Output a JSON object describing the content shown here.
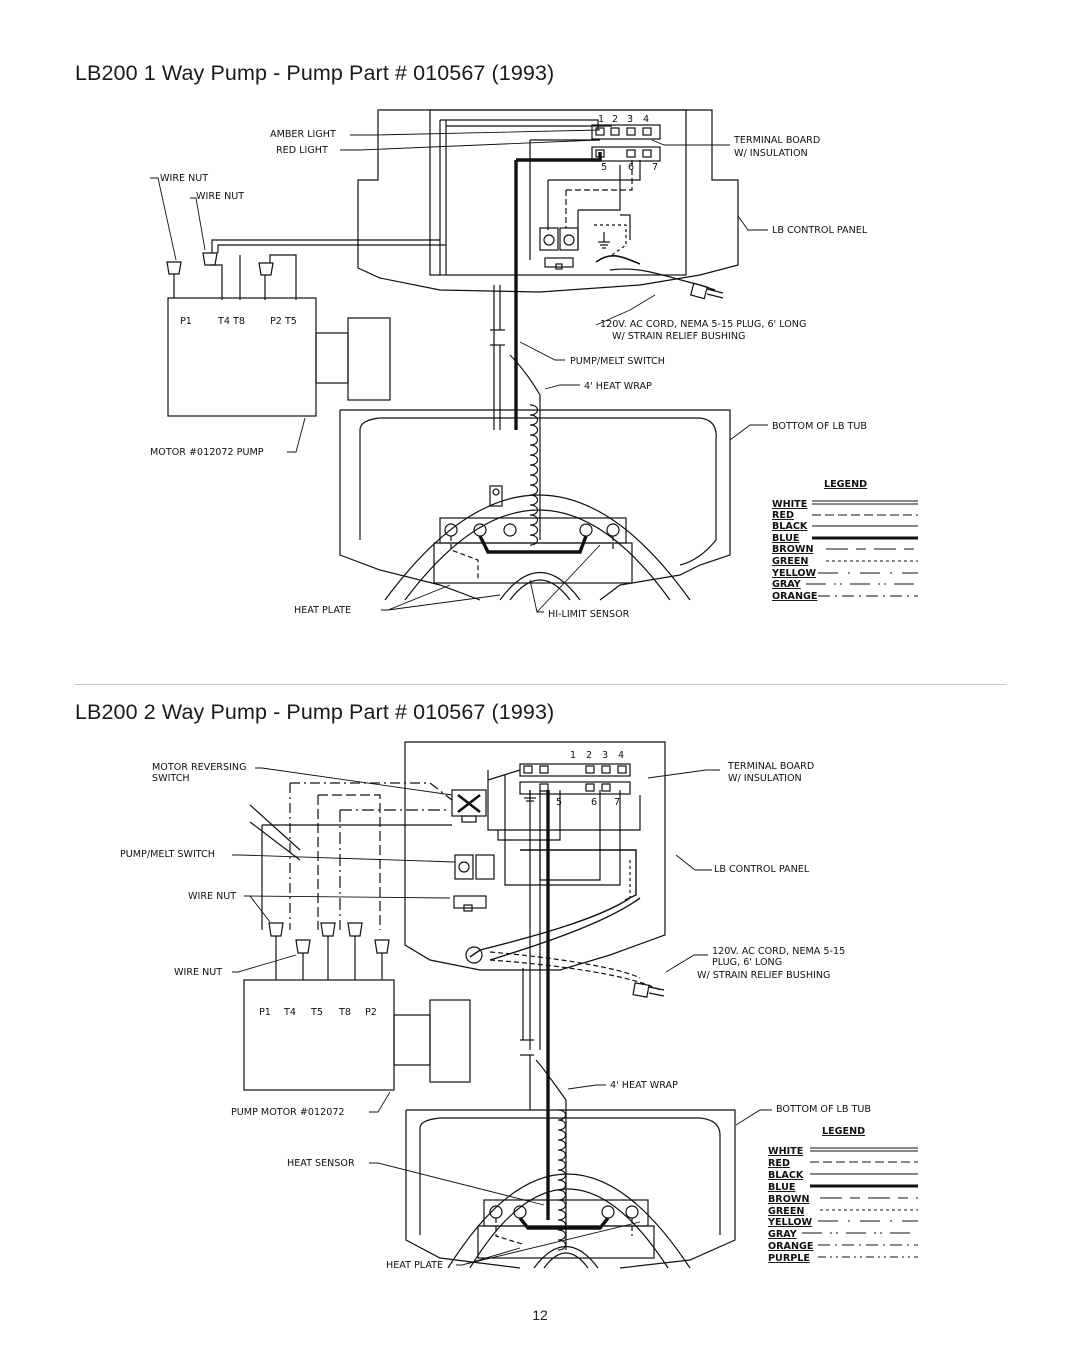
{
  "page": {
    "number": "12"
  },
  "diagram1": {
    "title": "LB200 1 Way Pump - Pump Part # 010567 (1993)",
    "terminals_top": [
      "1",
      "2",
      "3",
      "4"
    ],
    "terminals_bottom": [
      "5",
      "6",
      "7"
    ],
    "labels": {
      "amber_light": "AMBER LIGHT",
      "red_light": "RED LIGHT",
      "wire_nut_1": "WIRE NUT",
      "wire_nut_2": "WIRE NUT",
      "terminal_board_1": "TERMINAL BOARD",
      "terminal_board_2": "W/ INSULATION",
      "lb_control_panel": "LB CONTROL PANEL",
      "cord_1": "120V. AC CORD, NEMA 5-15 PLUG, 6' LONG",
      "cord_2": "W/ STRAIN RELIEF BUSHING",
      "pump_melt_switch": "PUMP/MELT SWITCH",
      "heat_wrap": "4' HEAT WRAP",
      "bottom_tub": "BOTTOM OF LB TUB",
      "motor": "MOTOR #012072 PUMP",
      "heat_plate": "HEAT PLATE",
      "hi_limit": "HI-LIMIT SENSOR",
      "motor_terms": [
        "P1",
        "T4 T8",
        "P2 T5"
      ]
    },
    "legend": {
      "title": "LEGEND",
      "items": [
        "WHITE",
        "RED",
        "BLACK",
        "BLUE",
        "BROWN",
        "GREEN",
        "YELLOW",
        "GRAY",
        "ORANGE"
      ]
    }
  },
  "diagram2": {
    "title": "LB200 2 Way Pump - Pump Part # 010567 (1993)",
    "terminals_top": [
      "1",
      "2",
      "3",
      "4"
    ],
    "terminals_bottom": [
      "5",
      "6",
      "7"
    ],
    "labels": {
      "motor_rev_1": "MOTOR REVERSING",
      "motor_rev_2": "SWITCH",
      "pump_melt_switch": "PUMP/MELT SWITCH",
      "wire_nut_1": "WIRE NUT",
      "wire_nut_2": "WIRE NUT",
      "terminal_board_1": "TERMINAL BOARD",
      "terminal_board_2": "W/ INSULATION",
      "lb_control_panel": "LB CONTROL PANEL",
      "cord_1": "120V. AC CORD, NEMA 5-15",
      "cord_2": "PLUG, 6' LONG",
      "cord_3": "W/ STRAIN RELIEF BUSHING",
      "heat_wrap": "4' HEAT WRAP",
      "bottom_tub": "BOTTOM OF LB TUB",
      "pump_motor": "PUMP MOTOR #012072",
      "heat_sensor": "HEAT SENSOR",
      "heat_plate": "HEAT PLATE",
      "motor_terms": [
        "P1",
        "T4",
        "T5",
        "T8",
        "P2"
      ]
    },
    "legend": {
      "title": "LEGEND",
      "items": [
        "WHITE",
        "RED",
        "BLACK",
        "BLUE",
        "BROWN",
        "GREEN",
        "YELLOW",
        "GRAY",
        "ORANGE",
        "PURPLE"
      ]
    }
  }
}
